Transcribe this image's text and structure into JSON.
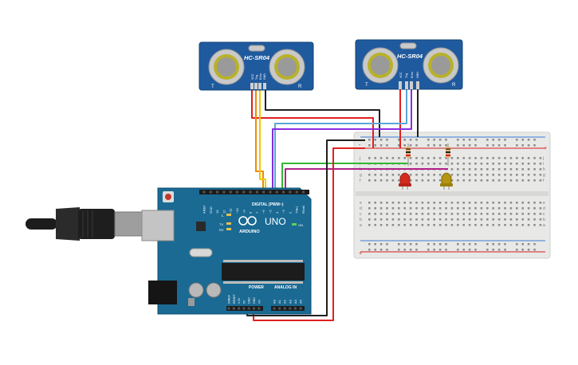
{
  "sensors": [
    {
      "label": "HC-SR04",
      "left_mark": "T",
      "right_mark": "R",
      "pins": [
        "VCC",
        "Trig",
        "Echo",
        "GND"
      ]
    },
    {
      "label": "HC-SR04",
      "left_mark": "T",
      "right_mark": "R",
      "pins": [
        "VCC",
        "Trig",
        "Echo",
        "GND"
      ]
    }
  ],
  "arduino": {
    "brand": "ARDUINO",
    "model": "UNO",
    "digital_header": "DIGITAL (PWM~)",
    "power_header": "POWER",
    "analog_header": "ANALOG IN",
    "led_l": "L",
    "led_tx": "TX",
    "led_rx": "RX",
    "on_label": "ON",
    "digital_pins": [
      "AREF",
      "GND",
      "13",
      "12",
      "~11",
      "~10",
      "~9",
      "8",
      "7",
      "~6",
      "~5",
      "4",
      "~3",
      "2",
      "TX▸1",
      "RX◂0"
    ],
    "power_pins": [
      "IOREF",
      "RESET",
      "3.3V",
      "5V",
      "GND",
      "GND",
      "Vin"
    ],
    "analog_pins": [
      "A0",
      "A1",
      "A2",
      "A3",
      "A4",
      "A5"
    ]
  },
  "breadboard": {
    "row_letters_top": [
      "j",
      "i",
      "h",
      "g",
      "f"
    ],
    "row_letters_bottom": [
      "e",
      "d",
      "c",
      "b",
      "a"
    ],
    "rail_minus": "-",
    "rail_plus": "+",
    "columns": 30
  },
  "leds": [
    {
      "color": "red",
      "hex": "#d42a1e"
    },
    {
      "color": "yellow",
      "hex": "#b5950f"
    }
  ],
  "wire_colors": {
    "red": "#e02020",
    "black": "#202020",
    "orange": "#f08c00",
    "yellow": "#f0c800",
    "blue": "#5aa7d8",
    "purple": "#8a2be2",
    "green": "#33b833",
    "magenta": "#b0208a"
  }
}
